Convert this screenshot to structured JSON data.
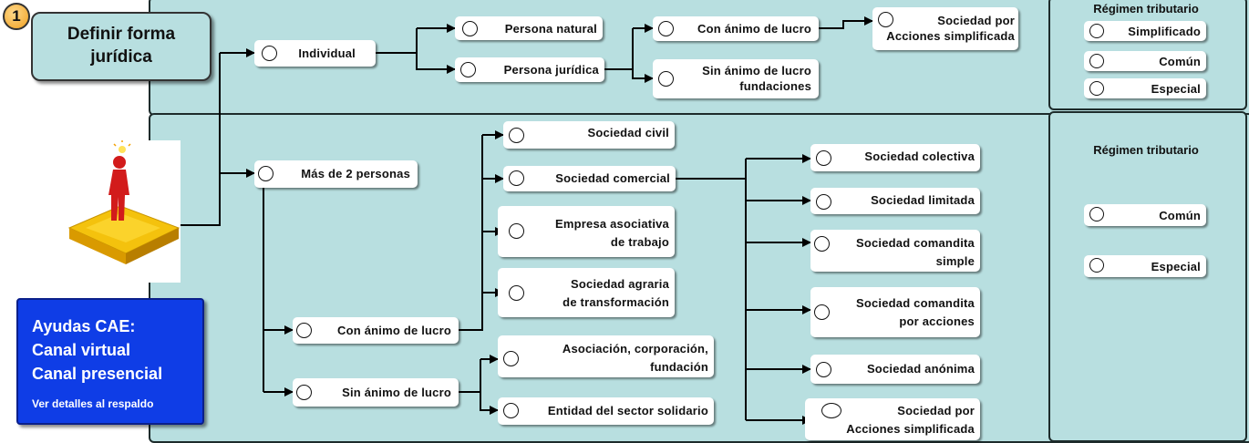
{
  "step_number": "1",
  "title": {
    "line1": "Definir forma",
    "line2": "jurídica"
  },
  "nodes": {
    "individual": "Individual",
    "persona_natural": "Persona natural",
    "persona_juridica": "Persona jurídica",
    "con_animo_lucro_top": "Con ánimo de lucro",
    "sin_animo_top_line1": "Sin ánimo de lucro",
    "sin_animo_top_line2": "fundaciones",
    "sas_top_line1": "Sociedad por",
    "sas_top_line2": "Acciones simplificada",
    "mas_de_2": "Más de 2 personas",
    "con_animo_lucro": "Con ánimo de lucro",
    "sin_animo_lucro": "Sin ánimo de lucro",
    "sociedad_civil": "Sociedad civil",
    "sociedad_comercial": "Sociedad comercial",
    "empresa_asociativa_line1": "Empresa asociativa",
    "empresa_asociativa_line2": "de trabajo",
    "sociedad_agraria_line1": "Sociedad agraria",
    "sociedad_agraria_line2": "de transformación",
    "asociacion_line1": "Asociación, corporación,",
    "asociacion_line2": "fundación",
    "entidad_solidario": "Entidad del sector solidario",
    "sociedad_colectiva": "Sociedad colectiva",
    "sociedad_limitada": "Sociedad limitada",
    "comandita_simple_line1": "Sociedad comandita",
    "comandita_simple_line2": "simple",
    "comandita_acciones_line1": "Sociedad comandita",
    "comandita_acciones_line2": "por acciones",
    "sociedad_anonima": "Sociedad anónima",
    "sas_bottom_line1": "Sociedad por",
    "sas_bottom_line2": "Acciones simplificada"
  },
  "regimen_top": {
    "title": "Régimen tributario",
    "options": [
      "Simplificado",
      "Común",
      "Especial"
    ]
  },
  "regimen_bottom": {
    "title": "Régimen tributario",
    "options": [
      "Común",
      "Especial"
    ]
  },
  "ayudas": {
    "line1": "Ayudas CAE:",
    "line2": "Canal virtual",
    "line3": "Canal presencial",
    "note": "Ver detalles al respaldo"
  },
  "colors": {
    "panel": "#b8dfe0",
    "ayudas_bg": "#0f3de6",
    "badge": "#f0a020"
  }
}
